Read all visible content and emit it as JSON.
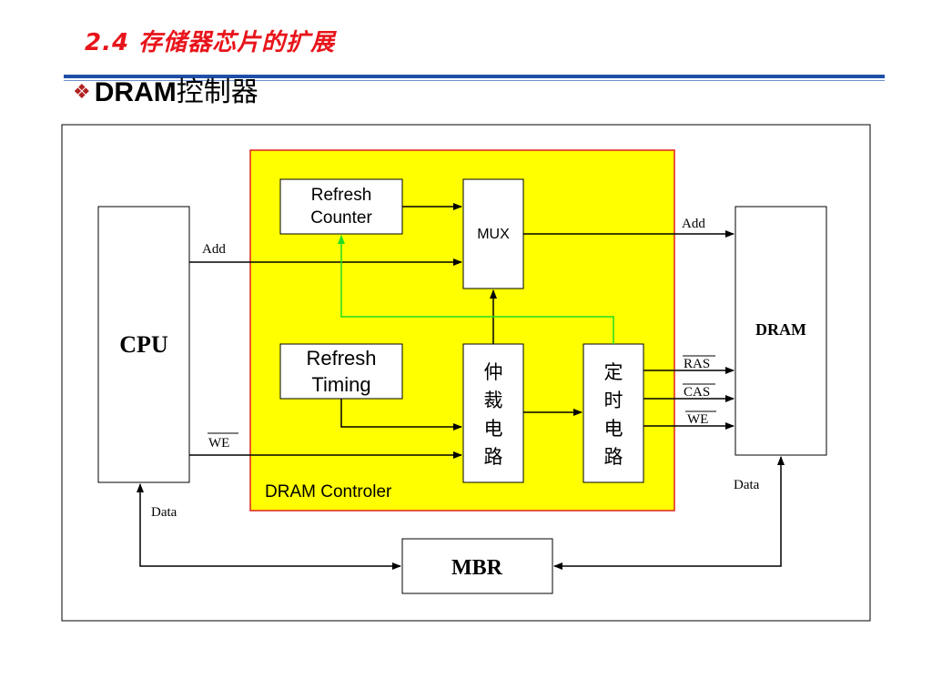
{
  "header": {
    "section_title": "2.4 存储器芯片的扩展",
    "heading_bullet": "❖",
    "heading_bold": "DRAM",
    "heading_rest": "控制器"
  },
  "diagram": {
    "controller_label": "DRAM Controler",
    "cpu_label": "CPU",
    "dram_label": "DRAM",
    "mbr_label": "MBR",
    "refresh_counter": [
      "Refresh",
      "Counter"
    ],
    "refresh_timing": [
      "Refresh",
      "Timing"
    ],
    "mux_label": "MUX",
    "arbiter_chars": [
      "仲",
      "裁",
      "电",
      "路"
    ],
    "timing_chars": [
      "定",
      "时",
      "电",
      "路"
    ],
    "add_in_label": "Add",
    "add_out_label": "Add",
    "we_in_label": "WE",
    "ras_label": "RAS",
    "cas_label": "CAS",
    "we_out_label": "WE",
    "data_cpu_label": "Data",
    "data_dram_label": "Data"
  },
  "colors": {
    "title_red": "#e8141b",
    "rule_blue": "#1f4fa8",
    "controller_fill": "#ffff00",
    "controller_border": "#e02020",
    "feedback_line": "#22dd22"
  }
}
